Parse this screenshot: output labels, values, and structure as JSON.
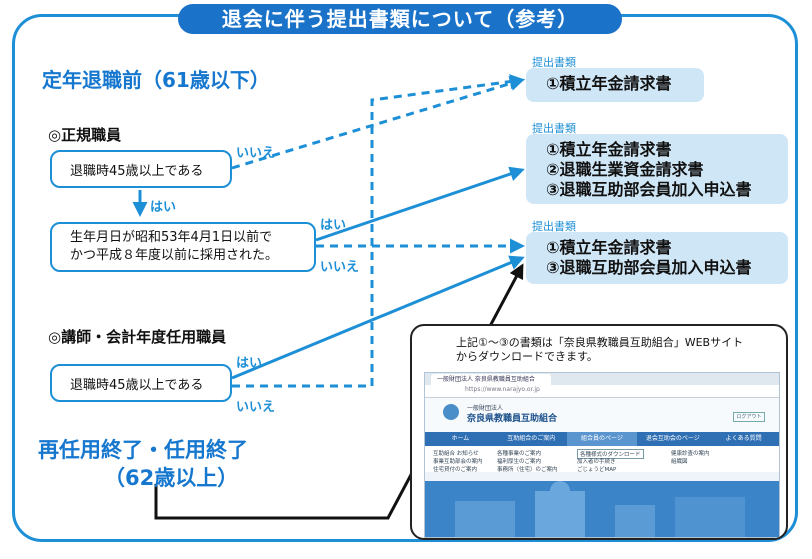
{
  "title": "退会に伴う提出書類について（参考）",
  "section1": {
    "heading": "定年退職前（61歳以下）",
    "regular": {
      "label": "◎正規職員",
      "q1": "退職時45歳以上である",
      "q1_yes": "はい",
      "q1_no": "いいえ",
      "q2_line1": "生年月日が昭和53年4月1日以前で",
      "q2_line2": "かつ平成８年度以前に採用された。",
      "q2_yes": "はい",
      "q2_no": "いいえ"
    },
    "lecturer": {
      "label": "◎講師・会計年度任用職員",
      "q": "退職時45歳以上である",
      "yes": "はい",
      "no": "いいえ"
    }
  },
  "section2": {
    "line1": "再任用終了・任用終了",
    "line2": "（62歳以上）"
  },
  "docs": [
    {
      "label": "提出書類",
      "items": [
        "①積立年金請求書"
      ]
    },
    {
      "label": "提出書類",
      "items": [
        "①積立年金請求書",
        "②退職生業資金請求書",
        "③退職互助部会員加入申込書"
      ]
    },
    {
      "label": "提出書類",
      "items": [
        "①積立年金請求書",
        "③退職互助部会員加入申込書"
      ]
    }
  ],
  "info": {
    "line1": "上記①～③の書類は「奈良県教職員互助組合」WEBサイト",
    "line2": "からダウンロードできます。"
  },
  "screenshot": {
    "tab": "一般財団法人 奈良県教職員互助組合",
    "url": "https://www.narajyo.or.jp",
    "org_small": "一般財団法人",
    "org_name": "奈良県教職員互助組合",
    "button": "ログアウト",
    "nav": [
      "ホーム",
      "互助組合のご案内",
      "組合員のページ",
      "退会互助会のページ",
      "よくある質問"
    ],
    "sub": [
      "互助組合 お知らせ",
      "各種事業のご案内",
      "各種様式のダウンロード",
      "健康診査の案内",
      "事業互助部会の案内",
      "福利厚生のご案内",
      "加入者の手続き",
      "組織図",
      "住宅貸付のご案内",
      "事務所（住宅）のご案内",
      "ごじょうどMAP"
    ]
  }
}
